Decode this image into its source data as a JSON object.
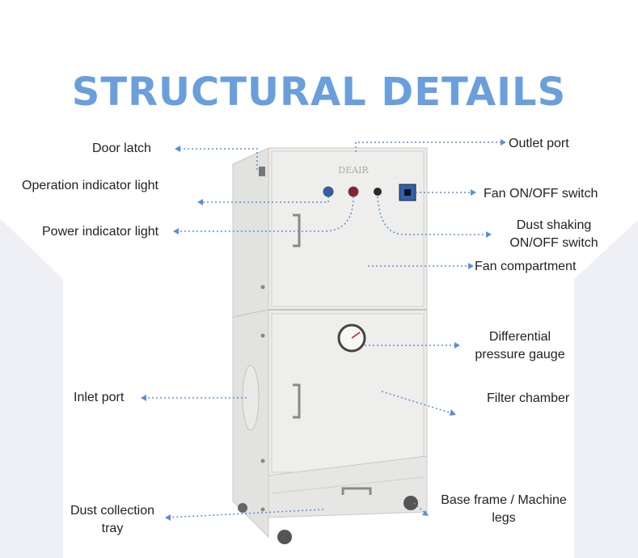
{
  "title": "STRUCTURAL DETAILS",
  "colors": {
    "title": "#6a9fdc",
    "callout_line": "#5b8fd6",
    "cabinet_body": "#ececea",
    "cabinet_edge": "#c9c9c6",
    "side_panel": "#f2f2f4"
  },
  "brand_mark": "DEAIR",
  "labels": {
    "door_latch": "Door latch",
    "operation_indicator_light": "Operation indicator light",
    "power_indicator_light": "Power indicator light",
    "inlet_port": "Inlet port",
    "dust_collection_tray_1": "Dust collection",
    "dust_collection_tray_2": "tray",
    "outlet_port": "Outlet port",
    "fan_switch": "Fan ON/OFF switch",
    "dust_shaking_switch_1": "Dust shaking",
    "dust_shaking_switch_2": "ON/OFF switch",
    "fan_compartment": "Fan compartment",
    "pressure_gauge_1": "Differential",
    "pressure_gauge_2": "pressure gauge",
    "filter_chamber": "Filter chamber",
    "base_frame_1": "Base frame / Machine",
    "base_frame_2": "legs"
  }
}
